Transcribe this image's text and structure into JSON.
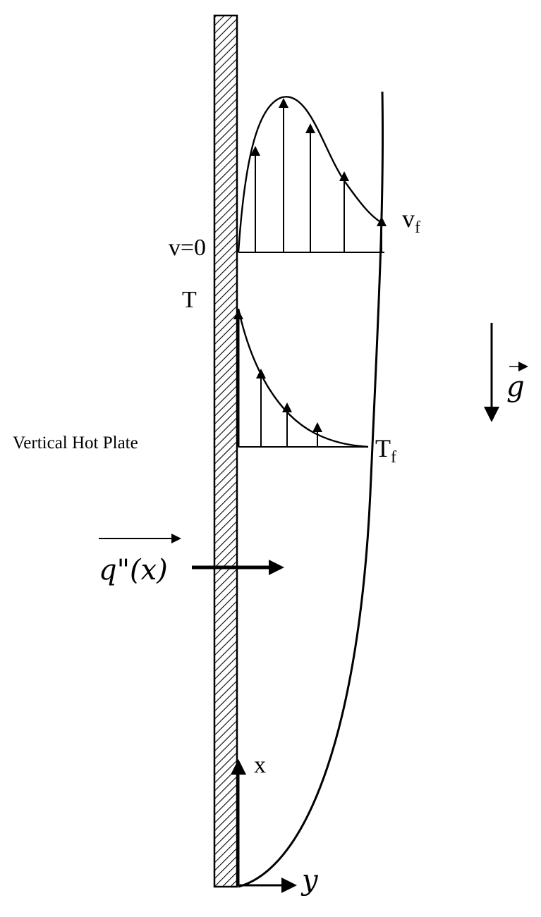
{
  "labels": {
    "velocity_wall": "v=0",
    "velocity_free": "v",
    "velocity_free_sub": "f",
    "temperature_wall": "T",
    "temperature_free": "T",
    "temperature_free_sub": "f",
    "plate": "Vertical Hot Plate",
    "heat_flux": "q\"(x)",
    "gravity": "g",
    "axis_x": "x",
    "axis_y": "y"
  },
  "colors": {
    "ink": "#000000",
    "background": "#ffffff"
  }
}
